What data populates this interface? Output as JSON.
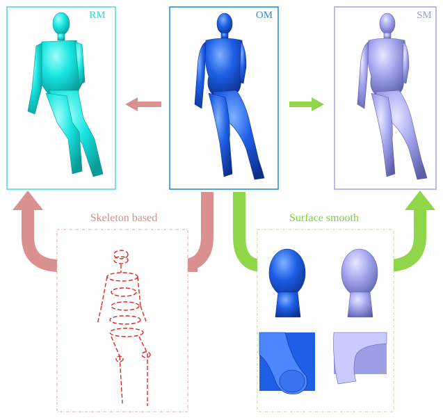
{
  "panels": {
    "rm": {
      "label": "RM",
      "color": "#2fd9d6",
      "body_color": "#19e6e0"
    },
    "om": {
      "label": "OM",
      "color": "#2a8fd6",
      "body_color": "#1e5fe6"
    },
    "sm": {
      "label": "SM",
      "color": "#9b9bde",
      "body_color": "#a3a6ee"
    }
  },
  "branches": {
    "skeleton": {
      "label": "Skeleton based",
      "color": "#d98c8c"
    },
    "smooth": {
      "label": "Surface smooth",
      "color": "#7dd23c"
    }
  },
  "colors": {
    "arrow_left": "#d9908e",
    "arrow_right": "#8fd64a",
    "skeleton_line": "#e0261e"
  }
}
